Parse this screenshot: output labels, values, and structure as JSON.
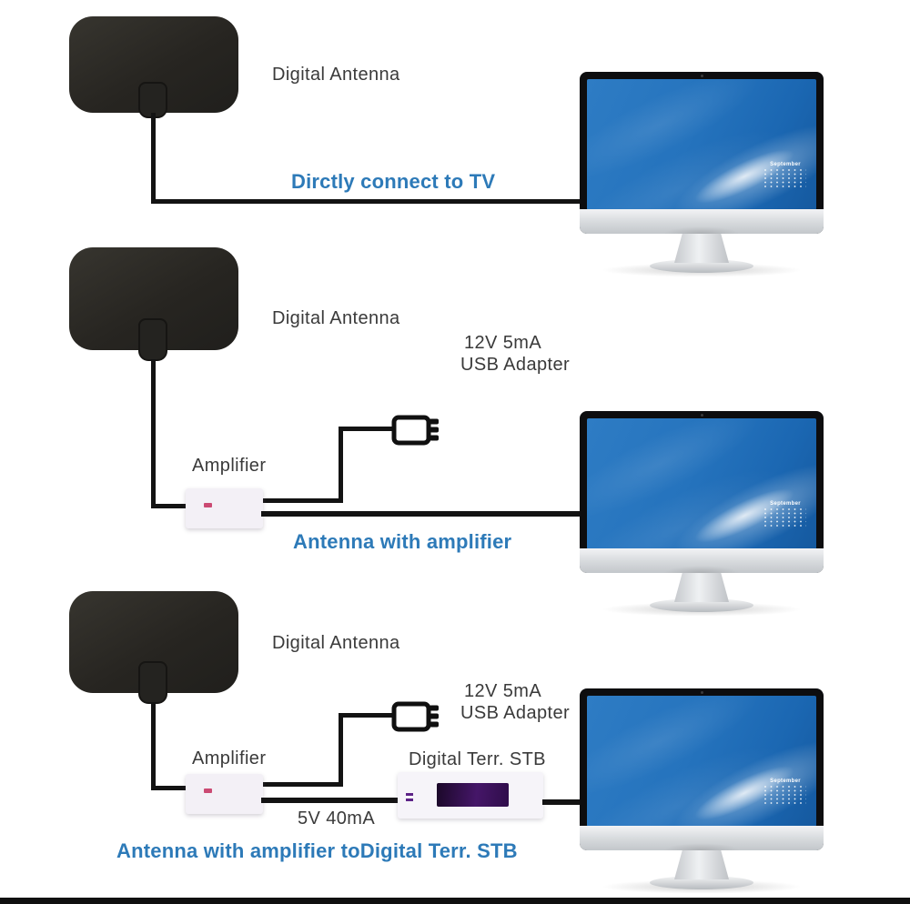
{
  "colors": {
    "caption_blue": "#2d7ab8",
    "cable_black": "#131313",
    "antenna_black": "#272521",
    "amplifier_led_pink": "#cb4a73",
    "stb_screen_purple": "#451668",
    "wallpaper_blue": "#2573bd"
  },
  "monitor": {
    "calendar_label": "September"
  },
  "sections": {
    "direct": {
      "antenna_label": "Digital Antenna",
      "caption": "Dirctly connect to TV"
    },
    "amplified": {
      "antenna_label": "Digital Antenna",
      "adapter_label_line1": "12V 5mA",
      "adapter_label_line2": "USB Adapter",
      "amplifier_label": "Amplifier",
      "caption": "Antenna with amplifier"
    },
    "stb": {
      "antenna_label": "Digital Antenna",
      "adapter_label_line1": "12V 5mA",
      "adapter_label_line2": "USB Adapter",
      "amplifier_label": "Amplifier",
      "stb_label": "Digital Terr. STB",
      "power_label": "5V 40mA",
      "caption": "Antenna with amplifier toDigital Terr. STB"
    }
  }
}
